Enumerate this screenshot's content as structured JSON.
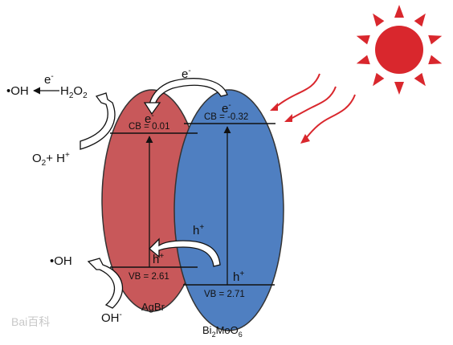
{
  "colors": {
    "agbr": "#c8585a",
    "bi2moo6": "#4f7fc1",
    "sun": "#d9272d",
    "line": "#111111"
  },
  "materials": {
    "agbr": {
      "name": "AgBr",
      "cb": "CB = 0.01",
      "vb": "VB = 2.61",
      "electron": "e",
      "hole": "h"
    },
    "bi2moo6": {
      "name_main": "Bi",
      "name_sub1": "2",
      "name_mid": "MoO",
      "name_sub2": "6",
      "cb": "CB = -0.32",
      "vb": "VB = 2.71",
      "electron": "e",
      "hole": "h"
    }
  },
  "species": {
    "oh_radical_top": "•OH",
    "h2o2_main": "H",
    "h2o2_sub1": "2",
    "h2o2_mid": "O",
    "h2o2_sub2": "2",
    "o2_main": "O",
    "o2_sub": "2",
    "h_plus": "+ H",
    "oh_radical_bottom": "•OH",
    "oh_minus": "OH"
  },
  "transfer": {
    "electron": "e",
    "hole": "h"
  },
  "superscripts": {
    "minus": "-",
    "plus": "+"
  },
  "watermark": "Bai百科"
}
